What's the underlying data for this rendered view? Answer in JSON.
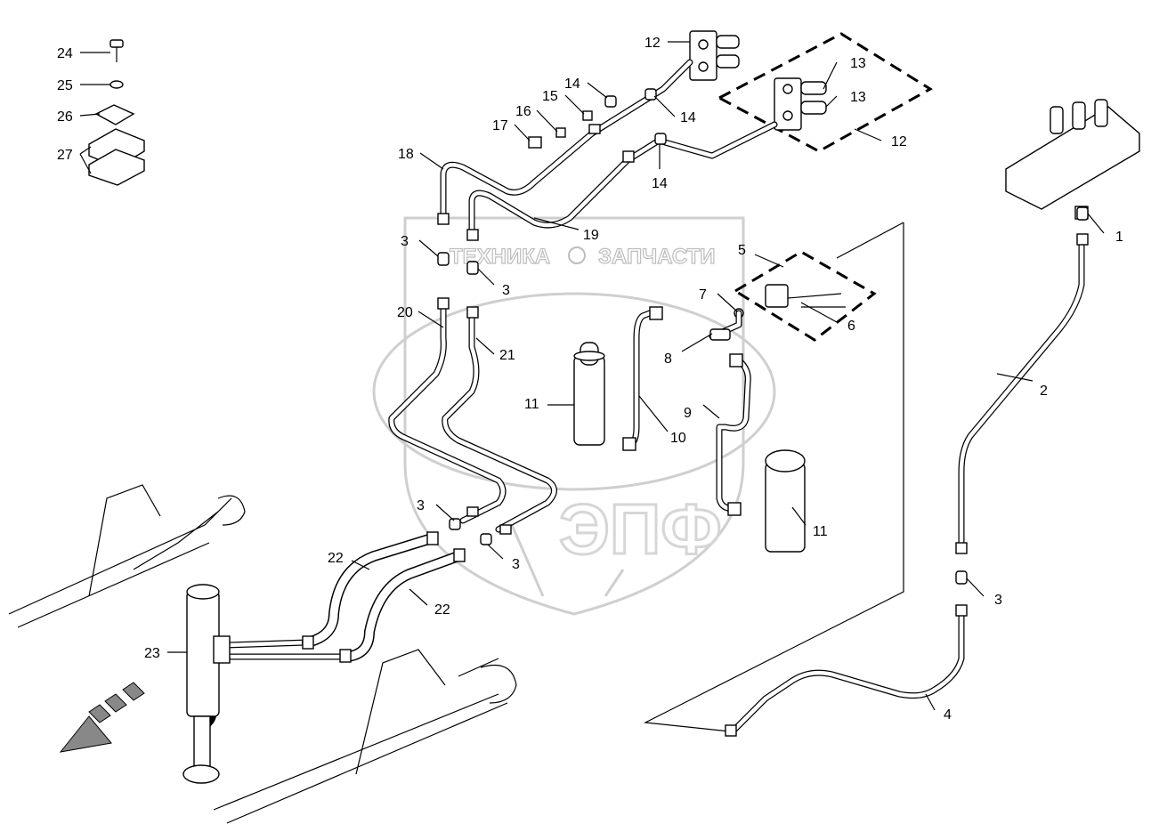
{
  "diagram": {
    "watermark": {
      "left_text": "ТЕХНИКА",
      "right_text": "ЗАПЧАСТИ",
      "logo_letters": "ЭПФ",
      "icon": "gear-icon"
    },
    "callouts": [
      "24",
      "25",
      "26",
      "27",
      "12",
      "13",
      "13",
      "14",
      "15",
      "14",
      "16",
      "17",
      "18",
      "14",
      "12",
      "19",
      "3",
      "3",
      "5",
      "1",
      "7",
      "20",
      "6",
      "21",
      "8",
      "2",
      "11",
      "9",
      "10",
      "3",
      "11",
      "22",
      "3",
      "22",
      "3",
      "23",
      "4"
    ],
    "direction_arrow": "arrow-down-left-icon"
  }
}
